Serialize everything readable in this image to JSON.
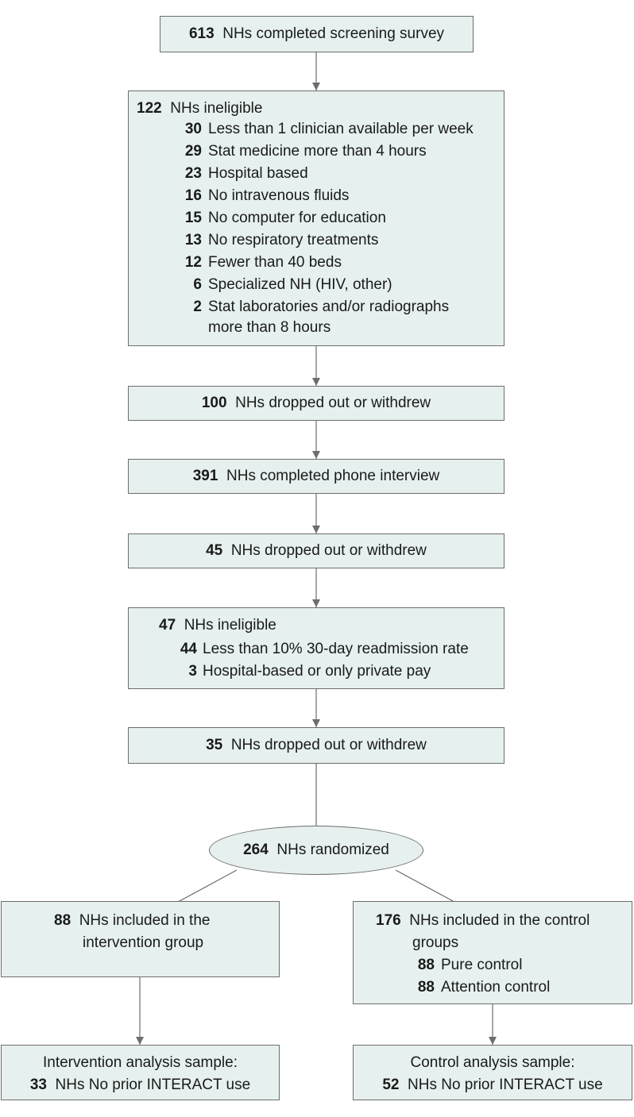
{
  "boxes": {
    "screening": {
      "n": "613",
      "text": "NHs completed screening survey"
    },
    "ineligible1": {
      "n": "122",
      "text": "NHs ineligible",
      "reasons": [
        {
          "n": "30",
          "text": "Less than 1 clinician available per week"
        },
        {
          "n": "29",
          "text": "Stat medicine more than 4 hours"
        },
        {
          "n": "23",
          "text": "Hospital based"
        },
        {
          "n": "16",
          "text": "No intravenous fluids"
        },
        {
          "n": "15",
          "text": "No computer for education"
        },
        {
          "n": "13",
          "text": "No respiratory treatments"
        },
        {
          "n": "12",
          "text": "Fewer than 40 beds"
        },
        {
          "n": "6",
          "text": "Specialized NH (HIV, other)"
        },
        {
          "n": "2",
          "text": "Stat laboratories and/or radiographs",
          "text2": "more than 8 hours"
        }
      ]
    },
    "dropout1": {
      "n": "100",
      "text": "NHs dropped out or withdrew"
    },
    "phone": {
      "n": "391",
      "text": "NHs completed phone interview"
    },
    "dropout2": {
      "n": "45",
      "text": "NHs dropped out or withdrew"
    },
    "ineligible2": {
      "n": "47",
      "text": "NHs ineligible",
      "reasons": [
        {
          "n": "44",
          "text": "Less than 10% 30-day readmission rate"
        },
        {
          "n": "3",
          "text": "Hospital-based or only private pay"
        }
      ]
    },
    "dropout3": {
      "n": "35",
      "text": "NHs dropped out or withdrew"
    },
    "randomized": {
      "n": "264",
      "text": "NHs randomized"
    },
    "intervention": {
      "n": "88",
      "text": "NHs included in the",
      "text2": "intervention group"
    },
    "control": {
      "n": "176",
      "text": "NHs included in the control",
      "text2": "groups",
      "arms": [
        {
          "n": "88",
          "text": "Pure control"
        },
        {
          "n": "88",
          "text": "Attention control"
        }
      ]
    },
    "intervention_sample": {
      "title": "Intervention analysis sample:",
      "n": "33",
      "text": "NHs No prior INTERACT use"
    },
    "control_sample": {
      "title": "Control analysis sample:",
      "n": "52",
      "text": "NHs No prior INTERACT use"
    }
  }
}
